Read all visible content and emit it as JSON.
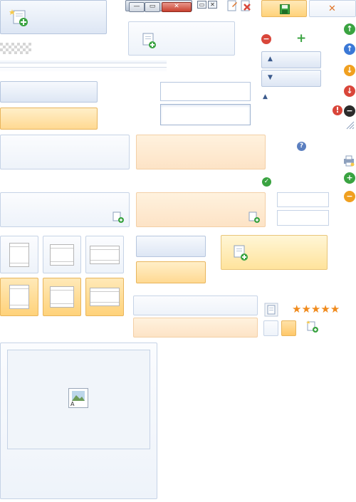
{
  "window_controls": {
    "minimize_glyph": "—",
    "restore_glyph": "▭",
    "close_glyph": "✕",
    "small_restore_glyph": "▭",
    "small_close_glyph": "✕"
  },
  "buttons": {
    "save_glyph": "💾",
    "close_glyph": "✕",
    "minus_glyph": "−",
    "plus_glyph": "+",
    "up_glyph": "▲",
    "down_glyph": "▼",
    "info_glyph": "?",
    "check_glyph": "✓",
    "exclaim_glyph": "!"
  },
  "round_buttons": [
    {
      "name": "up-arrow-green",
      "glyph": "↑",
      "color": "#3aa341"
    },
    {
      "name": "up-arrow-blue",
      "glyph": "↑",
      "color": "#3b78d6"
    },
    {
      "name": "down-arrow-orange",
      "glyph": "↓",
      "color": "#f0a020"
    },
    {
      "name": "down-arrow-red",
      "glyph": "↓",
      "color": "#d9463a"
    },
    {
      "name": "remove-black",
      "glyph": "−",
      "color": "#2b2b2b"
    },
    {
      "name": "add-green",
      "glyph": "+",
      "color": "#3aa341"
    },
    {
      "name": "remove-orange",
      "glyph": "−",
      "color": "#f0a020"
    }
  ],
  "stars": [
    "★",
    "★",
    "★",
    "★",
    "★"
  ],
  "colors": {
    "accent_blue": "#b6c6de",
    "accent_orange": "#f3cfa6",
    "star": "#f08a1c",
    "save_green": "#3aa341",
    "close_orange": "#e0762a"
  },
  "image_placeholder": {
    "label": "A"
  }
}
